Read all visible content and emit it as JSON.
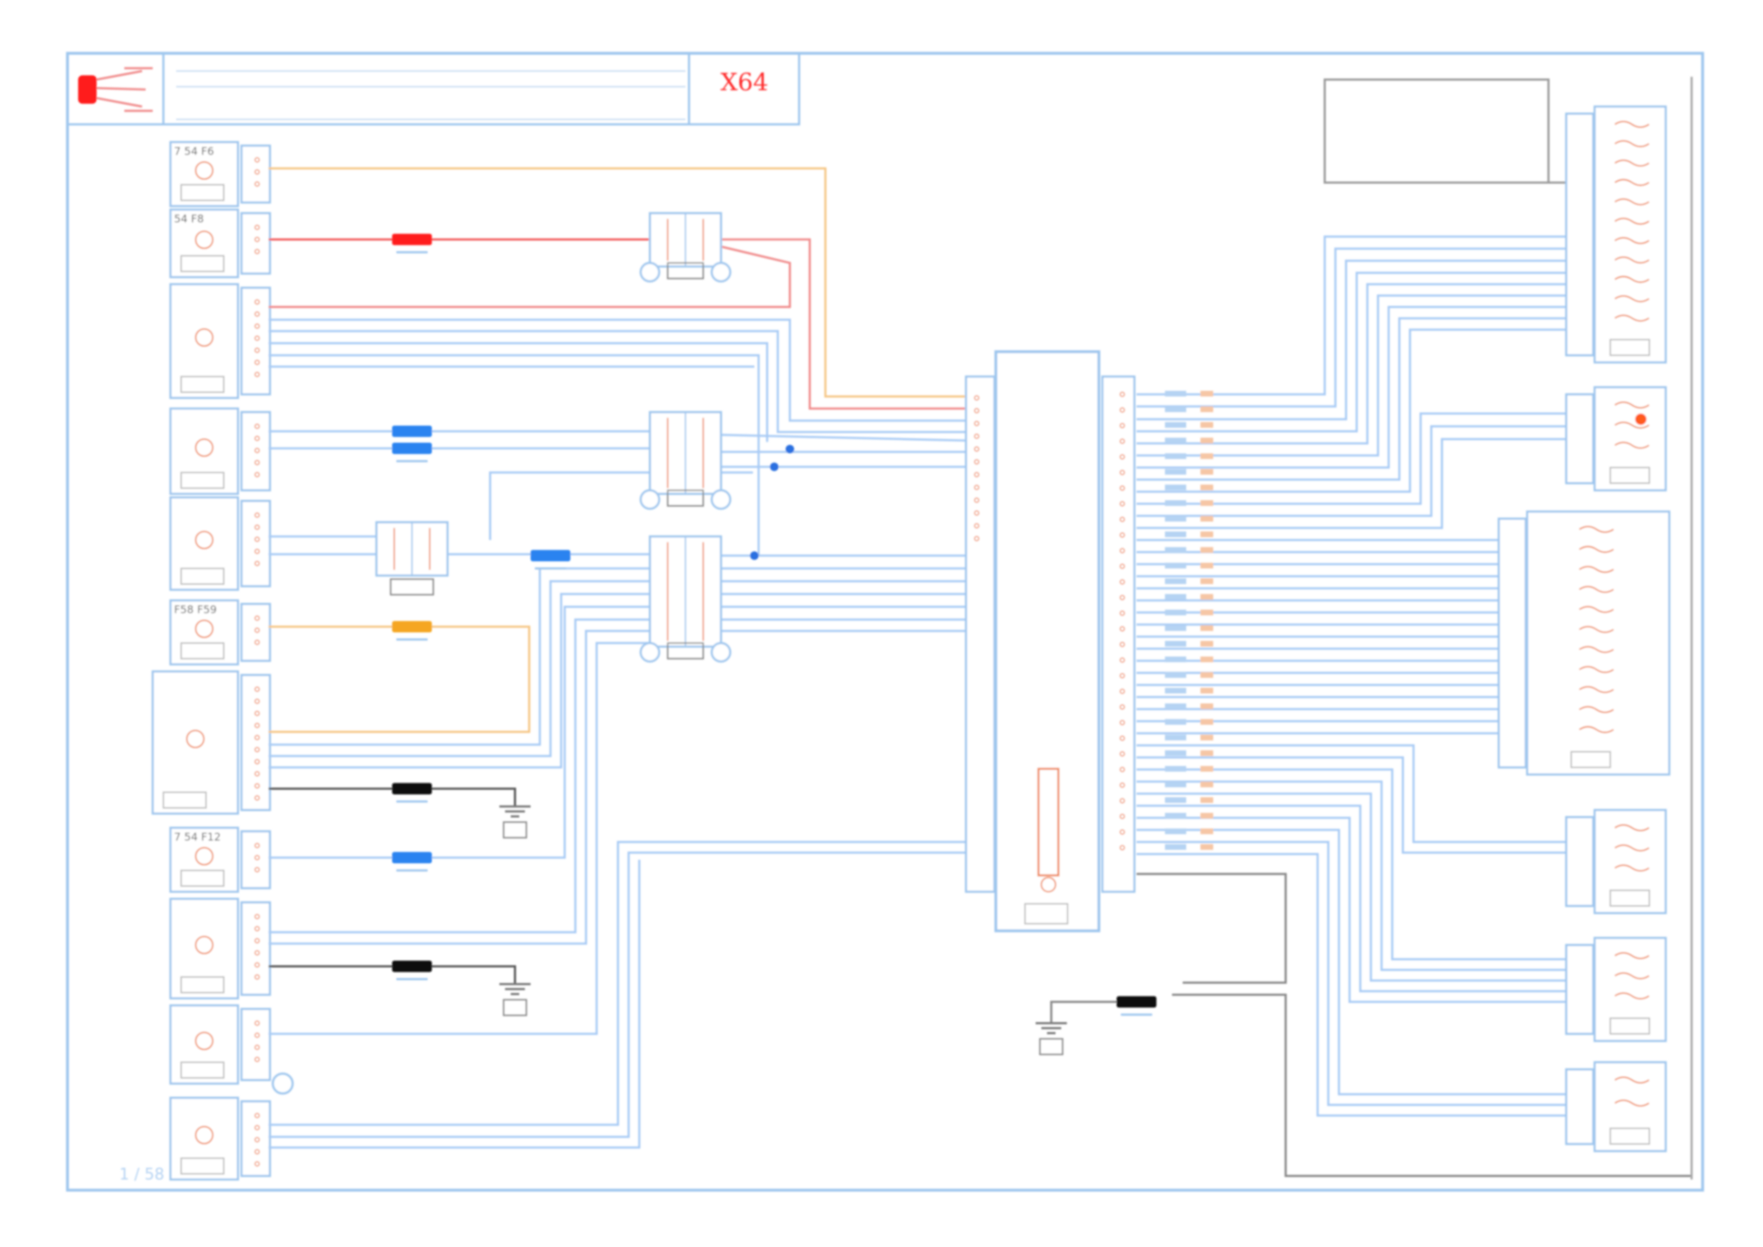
{
  "header": {
    "code": "X64",
    "sub_code": "",
    "caption": "",
    "icon": "connector-plug-icon"
  },
  "footer": {
    "page_ref": "1 / 58"
  },
  "colors": {
    "frame": "#9ec6ee",
    "wire_blue": "#2b83f0",
    "wire_red": "#f25a5a",
    "wire_orange": "#f5a623",
    "wire_pink": "#f08a8a",
    "wire_gray": "#777777",
    "component": "#ef8a5a",
    "accent_red": "#ff1a1a",
    "fuse_black": "#111111"
  },
  "left_modules": [
    {
      "id": "m1",
      "label": "7  54  F6"
    },
    {
      "id": "m2",
      "label": "54     F8"
    },
    {
      "id": "m3",
      "label": ""
    },
    {
      "id": "m4",
      "label": ""
    },
    {
      "id": "m5",
      "label": ""
    },
    {
      "id": "m6",
      "label": "F58   F59"
    },
    {
      "id": "m7",
      "label": ""
    },
    {
      "id": "m8",
      "label": "7  54  F12"
    },
    {
      "id": "m9",
      "label": ""
    },
    {
      "id": "m10",
      "label": ""
    },
    {
      "id": "m11",
      "label": ""
    }
  ],
  "fuses": [
    {
      "id": "f1",
      "color": "red"
    },
    {
      "id": "f2",
      "color": "blue"
    },
    {
      "id": "f3",
      "color": "blue"
    },
    {
      "id": "f4",
      "color": "blue"
    },
    {
      "id": "f5",
      "color": "orange"
    },
    {
      "id": "f6",
      "color": "black"
    },
    {
      "id": "f7",
      "color": "blue"
    },
    {
      "id": "f8",
      "color": "black"
    },
    {
      "id": "f9",
      "color": "black"
    }
  ],
  "relays": [
    {
      "id": "r1"
    },
    {
      "id": "r2"
    },
    {
      "id": "r3"
    },
    {
      "id": "r4"
    }
  ],
  "grounds": [
    {
      "id": "g1"
    },
    {
      "id": "g2"
    },
    {
      "id": "g3"
    }
  ],
  "right_modules": [
    {
      "id": "rm1"
    },
    {
      "id": "rm2"
    },
    {
      "id": "rm3"
    },
    {
      "id": "rm4"
    },
    {
      "id": "rm5"
    },
    {
      "id": "rm6"
    }
  ],
  "central_unit": {
    "id": "control-unit",
    "left_pins": 12,
    "right_pins": 30
  }
}
